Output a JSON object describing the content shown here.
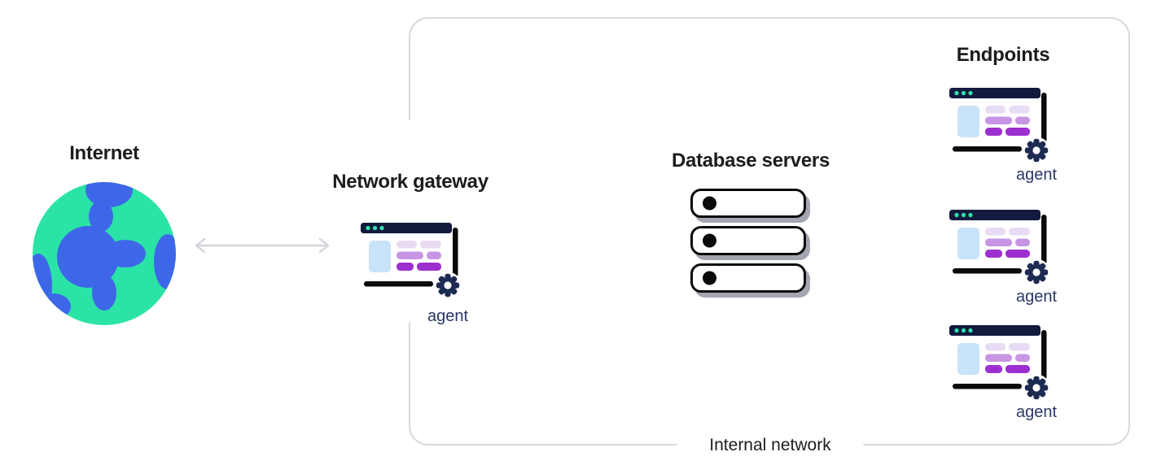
{
  "internet": {
    "label": "Internet"
  },
  "gateway": {
    "label": "Network gateway",
    "agent_label": "agent"
  },
  "database": {
    "label": "Database servers",
    "server_count": 3
  },
  "endpoints": {
    "label": "Endpoints",
    "items": [
      {
        "agent_label": "agent"
      },
      {
        "agent_label": "agent"
      },
      {
        "agent_label": "agent"
      }
    ]
  },
  "internal_network": {
    "label": "Internal network"
  },
  "icons": {
    "globe": "globe-icon",
    "bidirectional_arrow": "double-arrow-icon",
    "agent_browser": "agent-browser-window-icon",
    "gear": "gear-icon",
    "server": "server-bar-icon",
    "traffic_lights": "browser-dots-icon"
  },
  "colors": {
    "title_text": "#1c1c1e",
    "border_gray": "#d8dae0",
    "arrow_gray": "#d2d5dc",
    "globe_green": "#2be3a7",
    "globe_blue": "#3d67e8",
    "navy": "#121a3e",
    "gear_navy": "#1d2a52",
    "agent_text": "#2b3768",
    "dot_green": "#2ee5a9",
    "light_blue": "#c9e3f8",
    "lavender": "#e8dbf4",
    "purple_mid": "#c795e4",
    "purple_dark": "#9d2fd1",
    "ink_black": "#0a0a0a",
    "server_shadow": "#a3a6b1",
    "background": "#ffffff"
  }
}
